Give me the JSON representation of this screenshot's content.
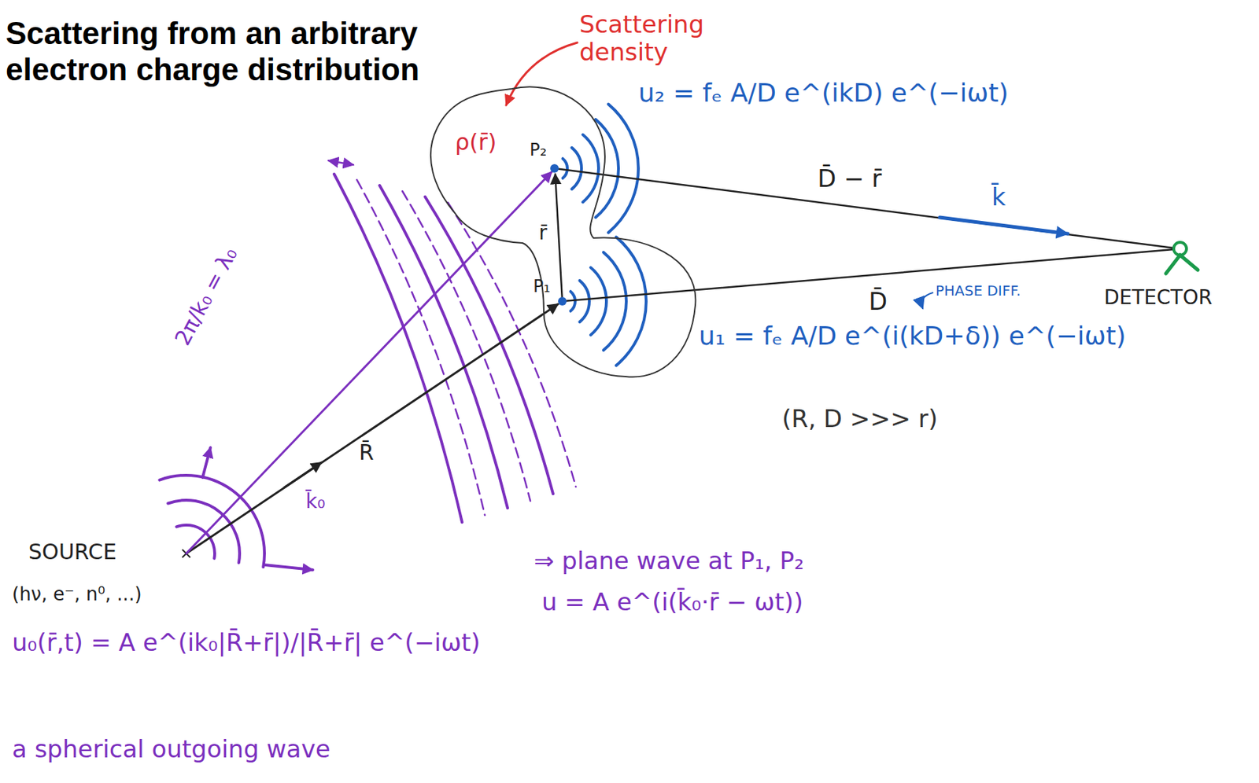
{
  "diagram": {
    "title": "Scattering from an arbitrary electron charge distribution",
    "nodes": [
      {
        "text": [
          "Scattering density",
          "ρ(r̄)"
        ]
      }
    ],
    "labels": [
      "P₂",
      "P₁",
      "r̄",
      "u₂ = fₑ A/D e^(ikD) e^(−iωt)",
      "D̄ − r̄",
      "k̄",
      "D̄",
      "PHASE DIFF.",
      "DETECTOR",
      "u₁ = fₑ A/D e^(i(kD+δ)) e^(−iωt)",
      "(R, D >>> r)",
      "2π/k₀ = λ₀",
      "R̄",
      "k̄₀",
      "SOURCE",
      "(hν, e⁻, n⁰, ...)",
      "u₀(r̄,t) = A e^(ik₀|R̄+r̄|)/|R̄+r̄| e^(−iωt)",
      "a spherical outgoing wave",
      "⇒ plane wave at P₁, P₂",
      "u = A e^(i(k̄₀·r̄ − ωt))"
    ]
  }
}
